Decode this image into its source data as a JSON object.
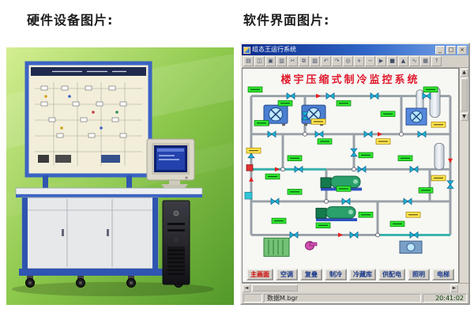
{
  "page": {
    "background": "#ffffff",
    "captions": {
      "hardware": "硬件设备图片:",
      "software": "软件界面图片:"
    }
  },
  "hardware_photo": {
    "background_green": "#8cc84b",
    "bench_blue": "#2f55b0",
    "panel_color": "#f2eeda"
  },
  "software": {
    "window_title": "组态王运行系统",
    "window_controls": {
      "minimize": "_",
      "maximize": "□",
      "close": "×"
    },
    "toolbar_icons": [
      {
        "name": "new",
        "glyph": "▤"
      },
      {
        "name": "open",
        "glyph": "◫"
      },
      {
        "name": "save",
        "glyph": "▣"
      },
      {
        "name": "print",
        "glyph": "▥"
      },
      {
        "name": "cut",
        "glyph": "✂"
      },
      {
        "name": "copy",
        "glyph": "⧉"
      },
      {
        "name": "paste",
        "glyph": "▧"
      },
      {
        "name": "undo",
        "glyph": "↶"
      },
      {
        "name": "redo",
        "glyph": "↷"
      },
      {
        "name": "find",
        "glyph": "◎"
      },
      {
        "name": "zoom-in",
        "glyph": "+"
      },
      {
        "name": "zoom-out",
        "glyph": "−"
      },
      {
        "name": "run",
        "glyph": "▶"
      },
      {
        "name": "stop",
        "glyph": "■"
      },
      {
        "name": "alarm",
        "glyph": "▲"
      },
      {
        "name": "trend",
        "glyph": "∿"
      },
      {
        "name": "report",
        "glyph": "▦"
      },
      {
        "name": "help",
        "glyph": "?"
      }
    ],
    "screen_title": "楼宇压缩式制冷监控系统",
    "nav_buttons": [
      {
        "id": "main",
        "label": "主画面",
        "color": "#cc0000"
      },
      {
        "id": "ac",
        "label": "空调",
        "color": "#1a3a8c"
      },
      {
        "id": "cascade",
        "label": "复叠",
        "color": "#1a3a8c"
      },
      {
        "id": "refrigeration",
        "label": "制冷",
        "color": "#1a3a8c"
      },
      {
        "id": "cold-storage",
        "label": "冷藏库",
        "color": "#1a3a8c"
      },
      {
        "id": "power",
        "label": "供配电",
        "color": "#1a3a8c"
      },
      {
        "id": "lighting",
        "label": "照明",
        "color": "#1a3a8c"
      },
      {
        "id": "elevator",
        "label": "电梯",
        "color": "#1a3a8c"
      }
    ],
    "scrollbar": {
      "left": "◄",
      "right": "►",
      "up": "▲",
      "down": "▼"
    },
    "statusbar": {
      "file": "数据M.bgr",
      "time": "20:41:02"
    },
    "colors": {
      "title_red": "#e0182c",
      "titlebar_blue": "#0a2a8a",
      "pipe_gray": "#98a0a8",
      "pipe_teal": "#39b3ae",
      "valve_cyan": "#19b6d8",
      "readout_green": "#2ee62e",
      "readout_yellow": "#ffe54d",
      "unit_blue": "#4a7fd0",
      "compressor_green": "#2aa06b"
    }
  }
}
